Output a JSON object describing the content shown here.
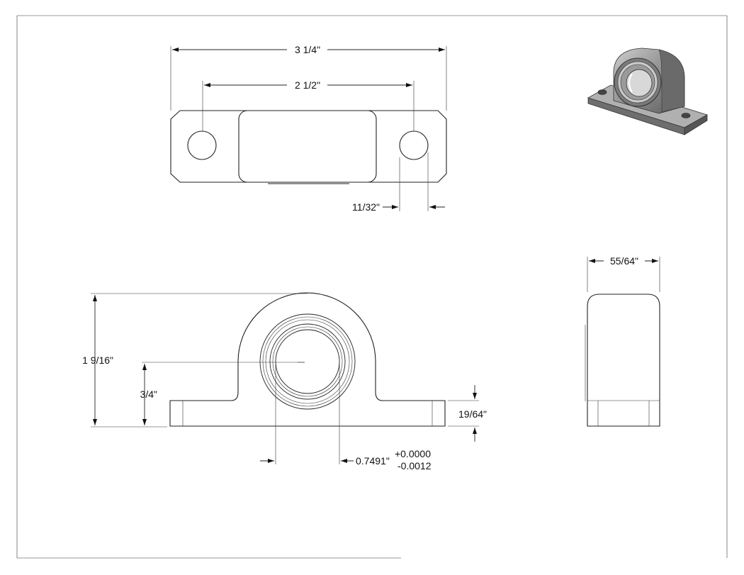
{
  "drawing": {
    "top_view": {
      "overall_length": "3 1/4\"",
      "hole_spacing": "2 1/2\"",
      "hole_edge_offset": "11/32\""
    },
    "front_view": {
      "overall_height": "1 9/16\"",
      "center_height": "3/4\"",
      "base_thickness": "19/64\"",
      "bore_diameter": "0.7491\"",
      "bore_tol_plus": "+0.0000",
      "bore_tol_minus": "-0.0012"
    },
    "side_view": {
      "width": "55/64\""
    },
    "iso_view": {
      "shaded_fill": "#8e8e8e",
      "shaded_dark": "#5c5c5c",
      "shaded_light": "#c4c4c4"
    }
  }
}
